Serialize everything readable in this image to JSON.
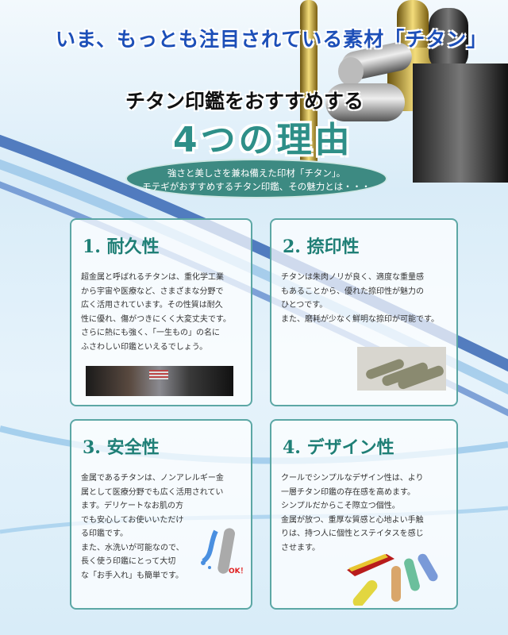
{
  "header": {
    "tagline": "いま、もっとも注目されている素材「チタン」",
    "subtitle": "チタン印鑑をおすすめする",
    "title": "4つの理由",
    "intro": [
      "強さと美しさを兼ね備えた印材「チタン」。",
      "モテギがおすすめするチタン印鑑、その魅力とは・・・"
    ]
  },
  "reasons": [
    {
      "heading": "1. 耐久性",
      "body": "超金属と呼ばれるチタンは、重化学工業\nから宇宙や医療など、さまざまな分野で\n広く活用されています。その性質は耐久\n性に優れ、傷がつきにくく大変丈夫です。\nさらに熱にも強く、「一生もの」の名に\nふさわしい印鑑といえるでしょう。"
    },
    {
      "heading": "2. 捺印性",
      "body": "チタンは朱肉ノリが良く、適度な重量感\nもあることから、優れた捺印性が魅力の\nひとつです。\nまた、磨耗が少なく鮮明な捺印が可能です。"
    },
    {
      "heading": "3. 安全性",
      "body": "金属であるチタンは、ノンアレルギー金\n属として医療分野でも広く活用されてい\nます。デリケートなお肌の方\nでも安心してお使いいただけ\nる印鑑です。\nまた、水洗いが可能なので、\n長く使う印鑑にとって大切\nな「お手入れ」も簡単です。",
      "badge": "OK！"
    },
    {
      "heading": "4. デザイン性",
      "body": "クールでシンプルなデザイン性は、より\n一層チタン印鑑の存在感を高めます。\nシンプルだからこそ際立つ個性。\n金属が放つ、重厚な質感と心地よい手触\nりは、持つ人に個性とステイタスを感じ\nさせます。"
    }
  ],
  "colors": {
    "accent": "#2e8f88",
    "headline": "#1d4fb8",
    "border": "#5ca7a5"
  }
}
